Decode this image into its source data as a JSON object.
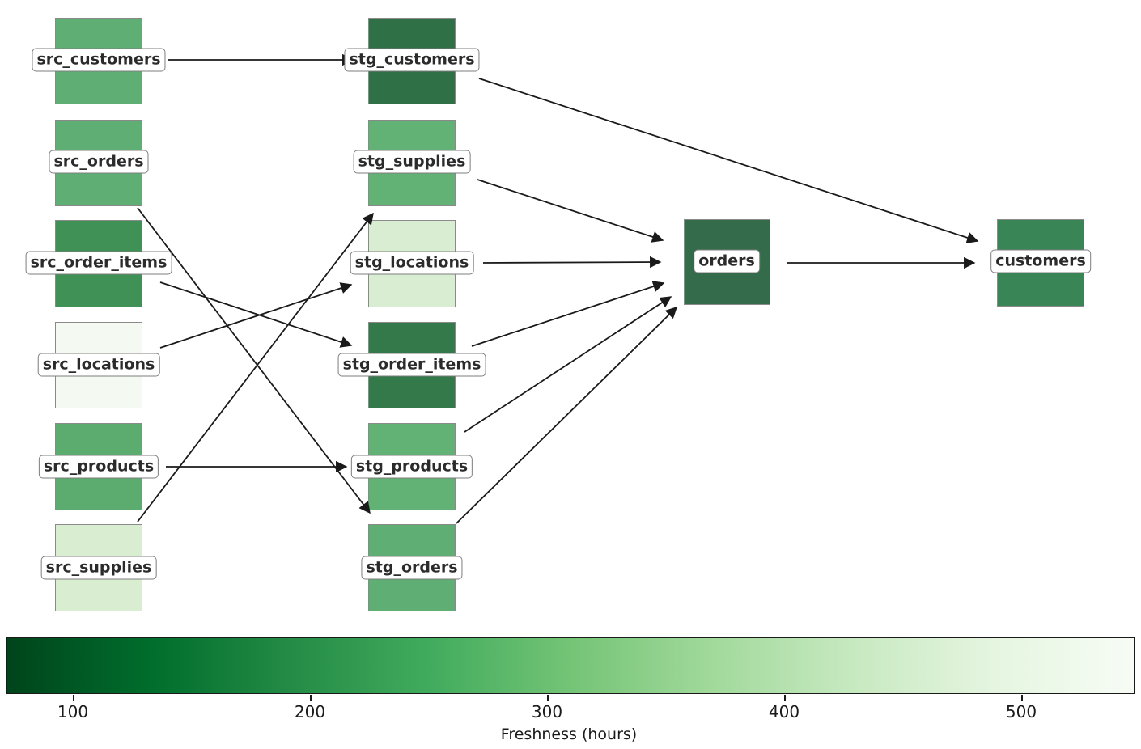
{
  "figure": {
    "title": "",
    "background_color": "#ffffff",
    "edge_color": "#1a1a1a",
    "node_border_color": "#8a8a8a",
    "label_text_color": "#2b2b2b"
  },
  "chart_data": {
    "type": "dag",
    "description": "Data lineage DAG of source, staging and mart tables, node fill encodes freshness via reversed Greens colormap",
    "nodes": [
      {
        "id": "src_customers",
        "label": "src_customers",
        "color": "#5fae73",
        "freshness_hours_est": 285
      },
      {
        "id": "src_orders",
        "label": "src_orders",
        "color": "#5fae73",
        "freshness_hours_est": 285
      },
      {
        "id": "src_order_items",
        "label": "src_order_items",
        "color": "#3f9156",
        "freshness_hours_est": 210
      },
      {
        "id": "src_locations",
        "label": "src_locations",
        "color": "#f4faf1",
        "freshness_hours_est": 530
      },
      {
        "id": "src_products",
        "label": "src_products",
        "color": "#5cac70",
        "freshness_hours_est": 280
      },
      {
        "id": "src_supplies",
        "label": "src_supplies",
        "color": "#d9eed1",
        "freshness_hours_est": 455
      },
      {
        "id": "stg_customers",
        "label": "stg_customers",
        "color": "#2f7046",
        "freshness_hours_est": 150
      },
      {
        "id": "stg_supplies",
        "label": "stg_supplies",
        "color": "#62b175",
        "freshness_hours_est": 290
      },
      {
        "id": "stg_locations",
        "label": "stg_locations",
        "color": "#d9edd2",
        "freshness_hours_est": 455
      },
      {
        "id": "stg_order_items",
        "label": "stg_order_items",
        "color": "#33794a",
        "freshness_hours_est": 165
      },
      {
        "id": "stg_products",
        "label": "stg_products",
        "color": "#62b175",
        "freshness_hours_est": 290
      },
      {
        "id": "stg_orders",
        "label": "stg_orders",
        "color": "#5fae73",
        "freshness_hours_est": 285
      },
      {
        "id": "orders",
        "label": "orders",
        "color": "#346c4b",
        "freshness_hours_est": 155
      },
      {
        "id": "customers",
        "label": "customers",
        "color": "#398556",
        "freshness_hours_est": 190
      }
    ],
    "edges": [
      {
        "source": "src_customers",
        "target": "stg_customers"
      },
      {
        "source": "src_orders",
        "target": "stg_orders"
      },
      {
        "source": "src_order_items",
        "target": "stg_order_items"
      },
      {
        "source": "src_locations",
        "target": "stg_locations"
      },
      {
        "source": "src_products",
        "target": "stg_products"
      },
      {
        "source": "src_supplies",
        "target": "stg_supplies"
      },
      {
        "source": "stg_customers",
        "target": "customers"
      },
      {
        "source": "stg_supplies",
        "target": "orders"
      },
      {
        "source": "stg_locations",
        "target": "orders"
      },
      {
        "source": "stg_order_items",
        "target": "orders"
      },
      {
        "source": "stg_products",
        "target": "orders"
      },
      {
        "source": "stg_orders",
        "target": "orders"
      },
      {
        "source": "orders",
        "target": "customers"
      }
    ],
    "colorbar": {
      "label": "Freshness (hours)",
      "orientation": "horizontal",
      "ticks": [
        "100",
        "200",
        "300",
        "400",
        "500"
      ],
      "value_range_est": [
        72,
        548
      ],
      "gradient_colors": [
        "#00441b",
        "#006d2c",
        "#238b45",
        "#41ab5d",
        "#74c476",
        "#a1d99b",
        "#c7e9c0",
        "#e5f5e0",
        "#f7fcf5"
      ]
    }
  }
}
